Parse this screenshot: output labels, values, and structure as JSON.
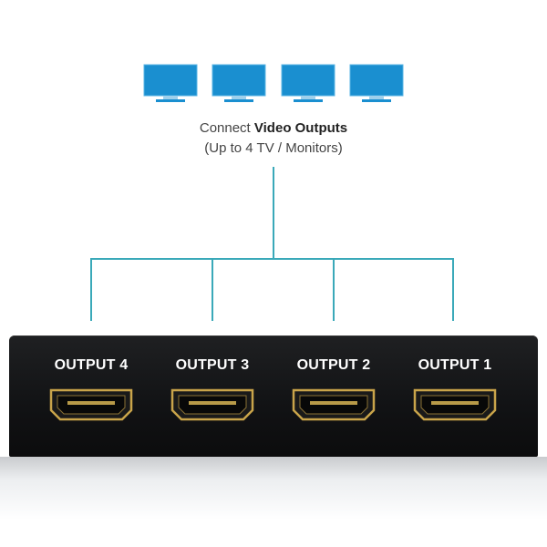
{
  "caption": {
    "line1_prefix": "Connect ",
    "line1_bold": "Video Outputs",
    "line2": "(Up to 4 TV / Monitors)"
  },
  "outputs": [
    {
      "label": "OUTPUT 4"
    },
    {
      "label": "OUTPUT 3"
    },
    {
      "label": "OUTPUT 2"
    },
    {
      "label": "OUTPUT 1"
    }
  ],
  "colors": {
    "monitor": "#1a8fd0",
    "connector_line": "#3aa9b9",
    "port_gold": "#c9a44a",
    "device_body": "#151617"
  }
}
